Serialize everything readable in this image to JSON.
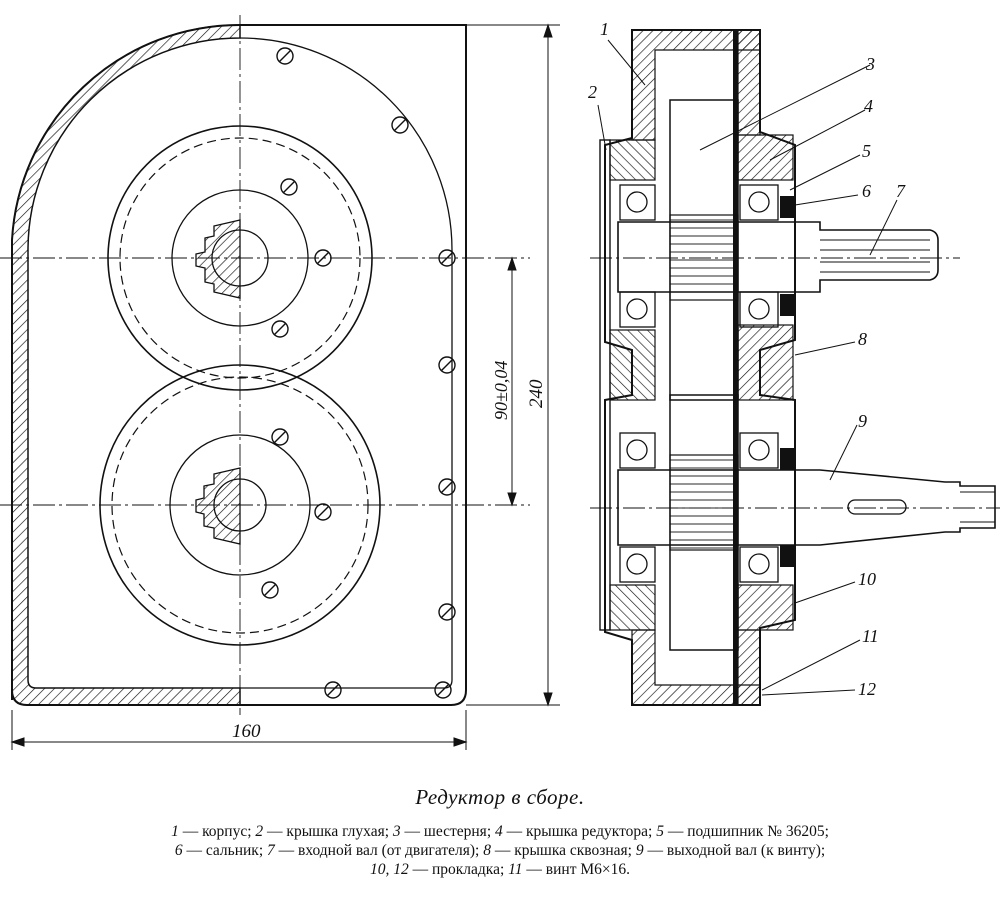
{
  "title": "Редуктор в сборе.",
  "dimensions": {
    "width_label": "160",
    "height_label": "240",
    "center_distance_label": "90±0,04"
  },
  "callout_numbers": [
    "1",
    "2",
    "3",
    "4",
    "5",
    "6",
    "7",
    "8",
    "9",
    "10",
    "11",
    "12"
  ],
  "legend": [
    {
      "num": "1",
      "text": " — корпус; "
    },
    {
      "num": "2",
      "text": " — крышка глухая; "
    },
    {
      "num": "3",
      "text": " — шестерня; "
    },
    {
      "num": "4",
      "text": " — крышка редуктора; "
    },
    {
      "num": "5",
      "text": " — подшипник № 36205;"
    },
    {
      "num": "6",
      "text": " — сальник; "
    },
    {
      "num": "7",
      "text": " — входной вал (от двигателя); "
    },
    {
      "num": "8",
      "text": " — крышка сквозная; "
    },
    {
      "num": "9",
      "text": " — выходной вал (к винту);"
    },
    {
      "num": "10, 12",
      "text": " — прокладка; "
    },
    {
      "num": "11",
      "text": " — винт М6×16."
    }
  ]
}
